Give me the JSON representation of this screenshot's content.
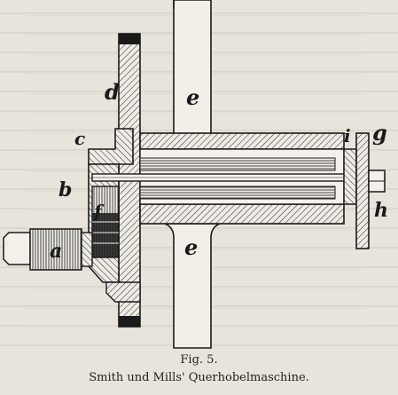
{
  "figure": {
    "number": "Fig. 5.",
    "title": "Smith und Mills' Querhobelmaschine."
  },
  "part_labels": {
    "a": "a",
    "b": "b",
    "c": "c",
    "d": "d",
    "e_upper": "e",
    "e_lower": "e",
    "f": "f",
    "g": "g",
    "h": "h",
    "i": "i"
  },
  "colors": {
    "paper": "#e8e4dc",
    "ink": "#1a1a1a",
    "bleed_through": "#c9c4ba"
  }
}
